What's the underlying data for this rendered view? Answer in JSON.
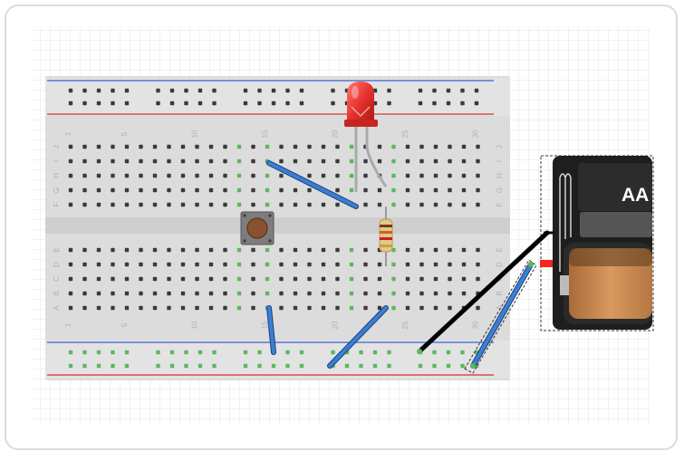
{
  "breadboard": {
    "column_numbers": [
      "1",
      "5",
      "10",
      "15",
      "20",
      "25",
      "30"
    ],
    "row_letters_top": [
      "J",
      "I",
      "H",
      "G",
      "F"
    ],
    "row_letters_bottom": [
      "E",
      "D",
      "C",
      "B",
      "A"
    ]
  },
  "battery": {
    "label": "AA"
  },
  "colors": {
    "rail_blue": "#3a5fd0",
    "rail_red": "#d03030",
    "wire_blue": "#3a7fd5",
    "wire_black": "#111111",
    "led_red": "#e8332e",
    "hole_active": "#5cb85c",
    "battery_body": "#1e1e1e",
    "battery_copper": "#c8864d"
  },
  "components": {
    "led": "red-led",
    "button": "pushbutton",
    "resistor": "resistor",
    "battery": "aa-battery"
  }
}
